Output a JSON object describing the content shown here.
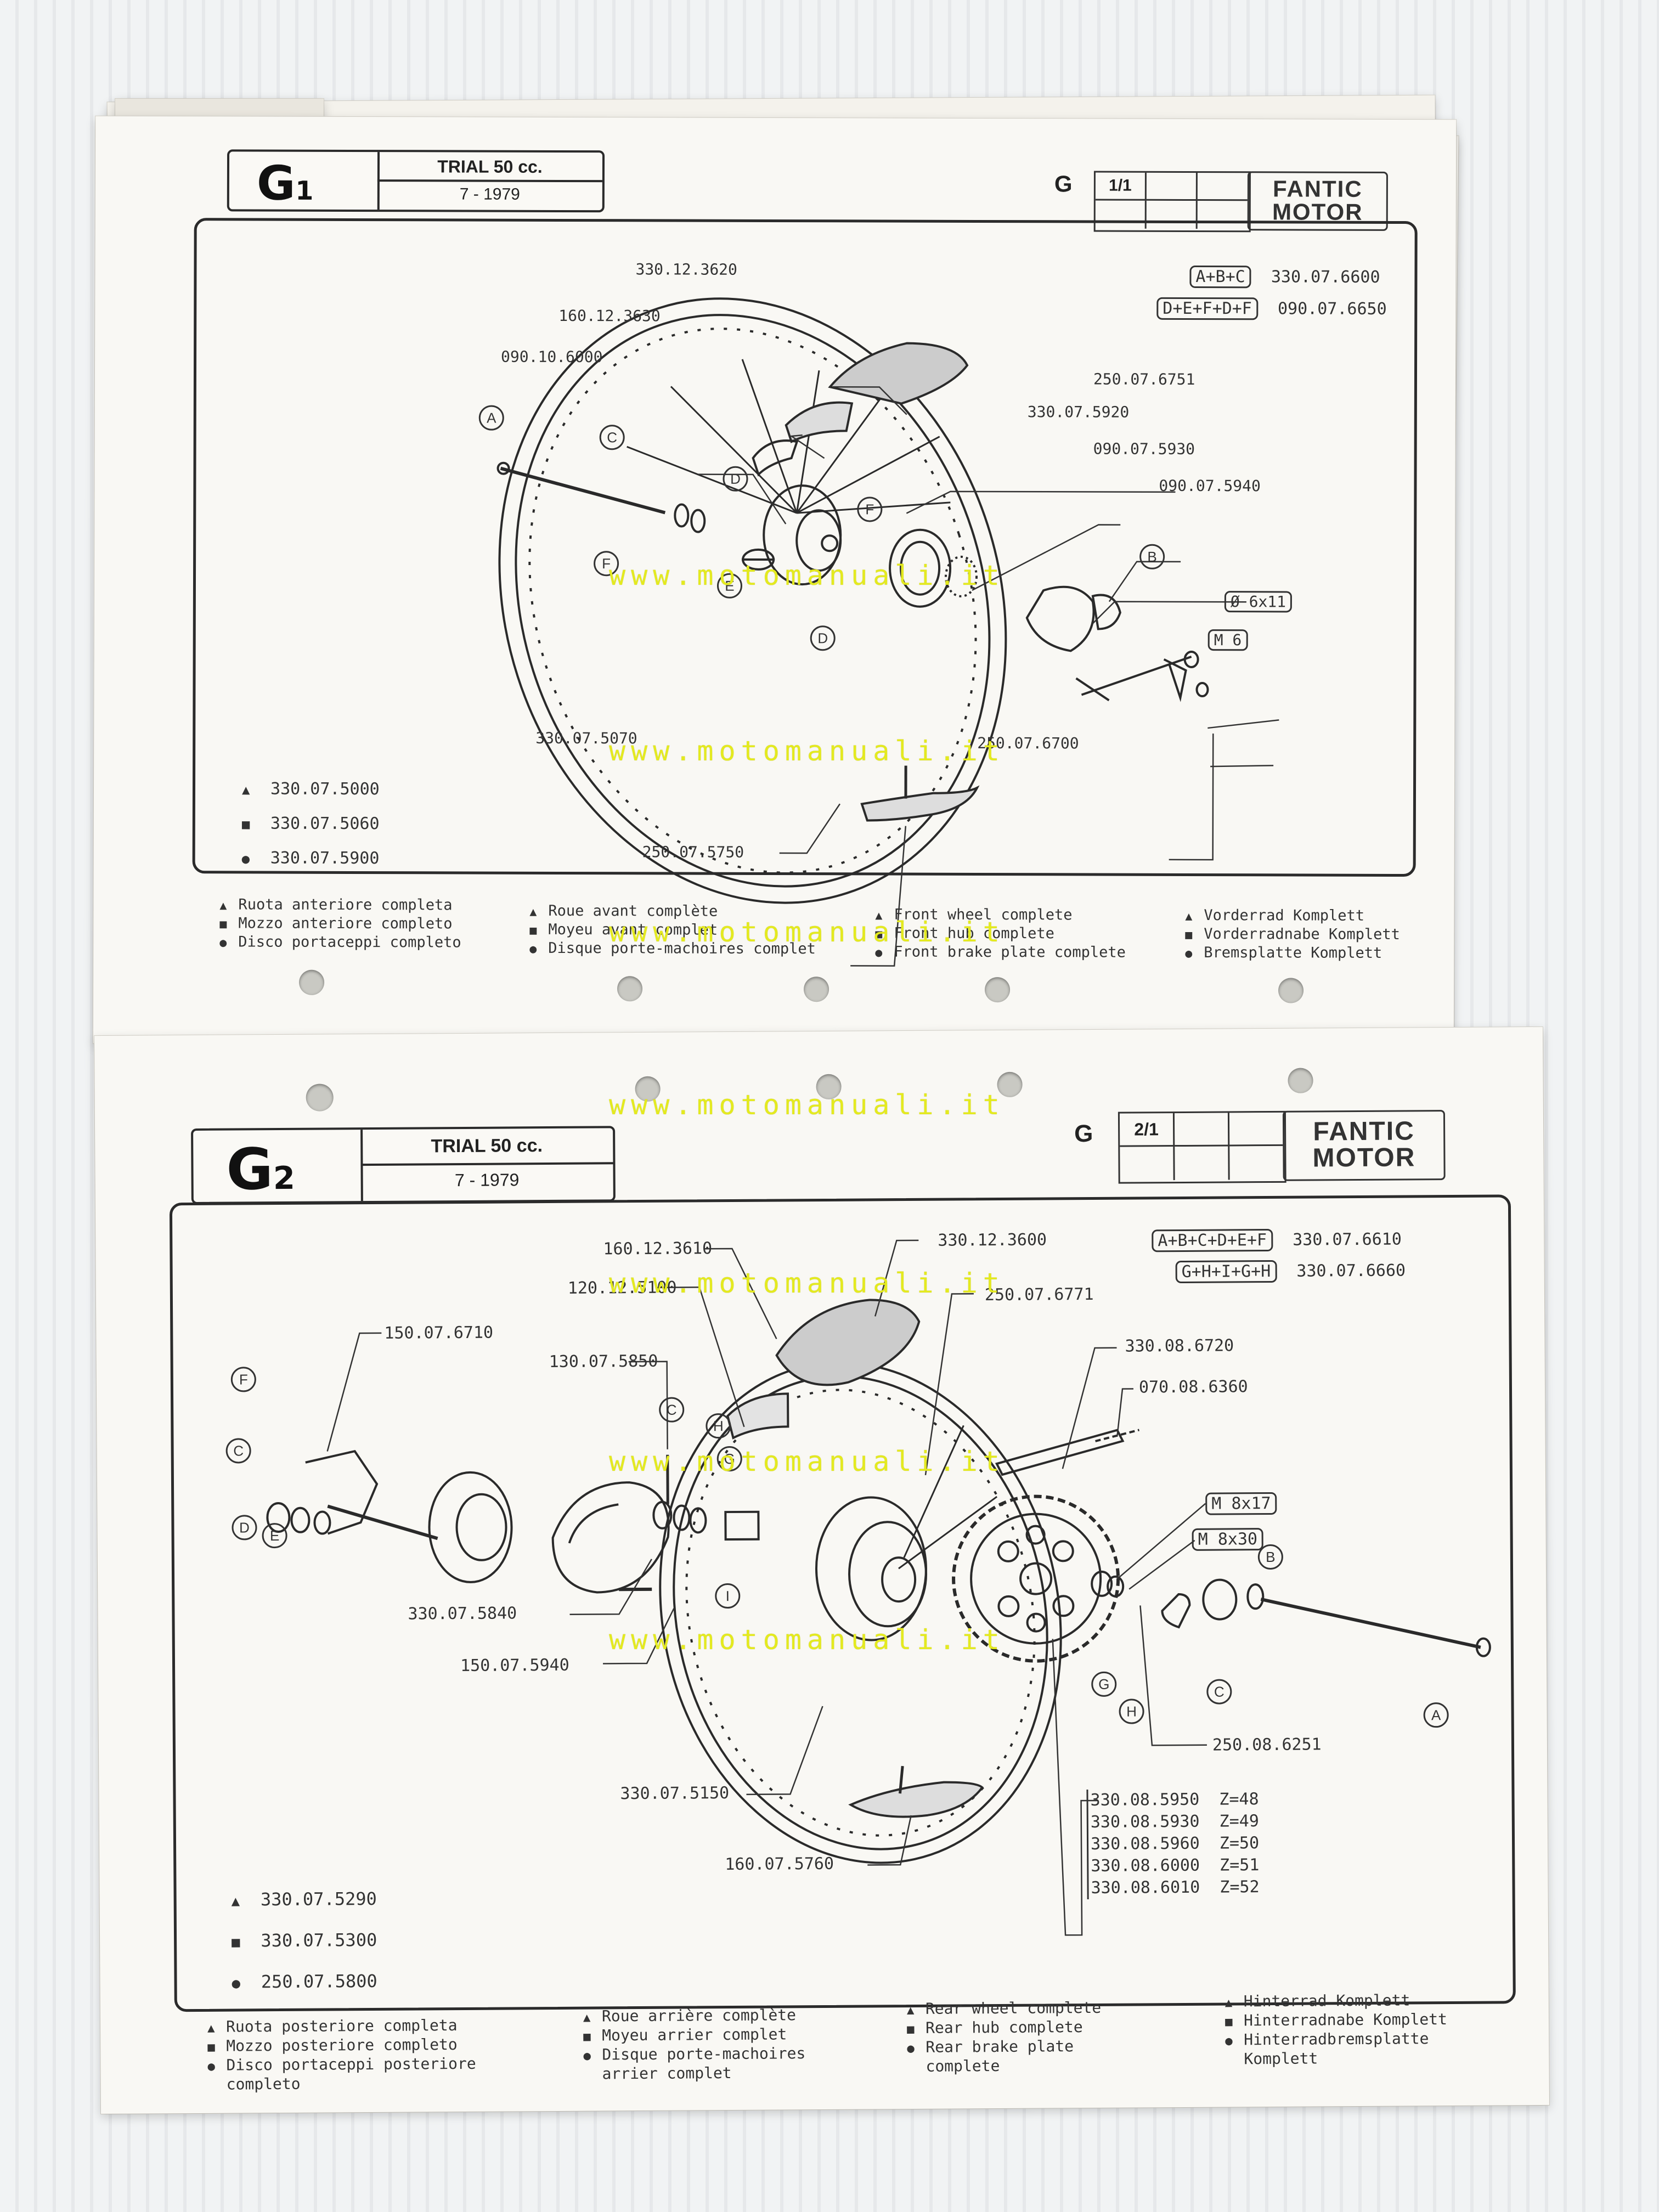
{
  "watermark": "www.motomanuali.it",
  "sheet1": {
    "code": "G",
    "code_num": "1",
    "model": "TRIAL 50 cc.",
    "date": "7 - 1979",
    "section": "G",
    "page": "1/1",
    "logo_line1": "FANTIC",
    "logo_line2": "MOTOR",
    "kits": [
      {
        "box": "A+B+C",
        "part": "330.07.6600"
      },
      {
        "box": "D+E+F+D+F",
        "part": "090.07.6650"
      }
    ],
    "parts": {
      "p1": "330.12.3620",
      "p2": "160.12.3630",
      "p3": "090.10.6000",
      "p4": "250.07.6751",
      "p5": "330.07.5920",
      "p6": "090.07.5930",
      "p7": "090.07.5940",
      "p8": "330.07.5070",
      "p9": "250.07.6700",
      "p10": "250.07.5750"
    },
    "callouts": {
      "a": "A",
      "b": "B",
      "c": "C",
      "d": "D",
      "f": "F",
      "e": "E"
    },
    "fasteners": {
      "washer": "Ø 6x11",
      "nut": "M 6"
    },
    "assemblies": [
      {
        "symbol": "▲",
        "part": "330.07.5000"
      },
      {
        "symbol": "■",
        "part": "330.07.5060"
      },
      {
        "symbol": "●",
        "part": "330.07.5900"
      }
    ],
    "legend": {
      "it": [
        "Ruota anteriore completa",
        "Mozzo anteriore completo",
        "Disco portaceppi completo"
      ],
      "fr": [
        "Roue avant complète",
        "Moyeu avant complet",
        "Disque porte-machoires complet"
      ],
      "en": [
        "Front wheel complete",
        "Front hub complete",
        "Front brake plate complete"
      ],
      "de": [
        "Vorderrad Komplett",
        "Vorderradnabe Komplett",
        "Bremsplatte Komplett"
      ]
    }
  },
  "sheet2": {
    "code": "G",
    "code_num": "2",
    "model": "TRIAL 50 cc.",
    "date": "7 - 1979",
    "section": "G",
    "page": "2/1",
    "logo_line1": "FANTIC",
    "logo_line2": "MOTOR",
    "kits": [
      {
        "box": "A+B+C+D+E+F",
        "part": "330.07.6610"
      },
      {
        "box": "G+H+I+G+H",
        "part": "330.07.6660"
      }
    ],
    "parts": {
      "p1": "160.12.3610",
      "p2": "330.12.3600",
      "p3": "120.12.5100",
      "p4": "250.07.6771",
      "p5": "150.07.6710",
      "p6": "130.07.5850",
      "p7": "330.08.6720",
      "p8": "070.08.6360",
      "p9": "330.07.5840",
      "p10": "150.07.5940",
      "p11": "330.07.5150",
      "p12": "160.07.5760",
      "p13": "250.08.6251"
    },
    "sprockets": [
      {
        "part": "330.08.5950",
        "teeth": "Z=48"
      },
      {
        "part": "330.08.5930",
        "teeth": "Z=49"
      },
      {
        "part": "330.08.5960",
        "teeth": "Z=50"
      },
      {
        "part": "330.08.6000",
        "teeth": "Z=51"
      },
      {
        "part": "330.08.6010",
        "teeth": "Z=52"
      }
    ],
    "fasteners": {
      "m1": "M 8x17",
      "m2": "M 8x30"
    },
    "callouts": {
      "f": "F",
      "c": "C",
      "d": "D",
      "e": "E",
      "h": "H",
      "g": "G",
      "i": "I",
      "b": "B",
      "a": "A"
    },
    "assemblies": [
      {
        "symbol": "▲",
        "part": "330.07.5290"
      },
      {
        "symbol": "■",
        "part": "330.07.5300"
      },
      {
        "symbol": "●",
        "part": "250.07.5800"
      }
    ],
    "legend": {
      "it": [
        "Ruota posteriore completa",
        "Mozzo posteriore completo",
        "Disco portaceppi posteriore",
        "completo"
      ],
      "fr": [
        "Roue arrière complète",
        "Moyeu arrier complet",
        "Disque porte-machoires",
        "arrier complet"
      ],
      "en": [
        "Rear wheel complete",
        "Rear hub complete",
        "Rear brake plate",
        "complete"
      ],
      "de": [
        "Hinterrad Komplett",
        "Hinterradnabe Komplett",
        "Hinterradbremsplatte",
        "Komplett"
      ]
    }
  }
}
